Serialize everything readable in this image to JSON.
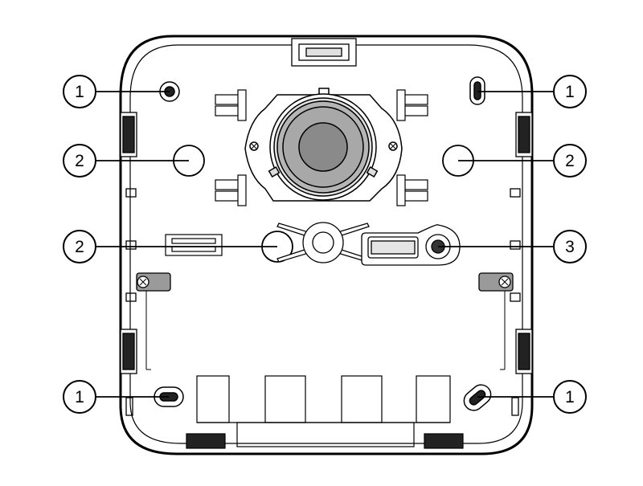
{
  "diagram": {
    "callouts": [
      {
        "id": "c1a",
        "label": "1"
      },
      {
        "id": "c1b",
        "label": "1"
      },
      {
        "id": "c2a",
        "label": "2"
      },
      {
        "id": "c2b",
        "label": "2"
      },
      {
        "id": "c2c",
        "label": "2"
      },
      {
        "id": "c3",
        "label": "3"
      },
      {
        "id": "c1c",
        "label": "1"
      },
      {
        "id": "c1d",
        "label": "1"
      }
    ]
  },
  "colors": {
    "line": "#000000",
    "device_fill": "#ffffff",
    "metal": "#bdbdbd",
    "sensor_dark": "#8a8a8a"
  }
}
